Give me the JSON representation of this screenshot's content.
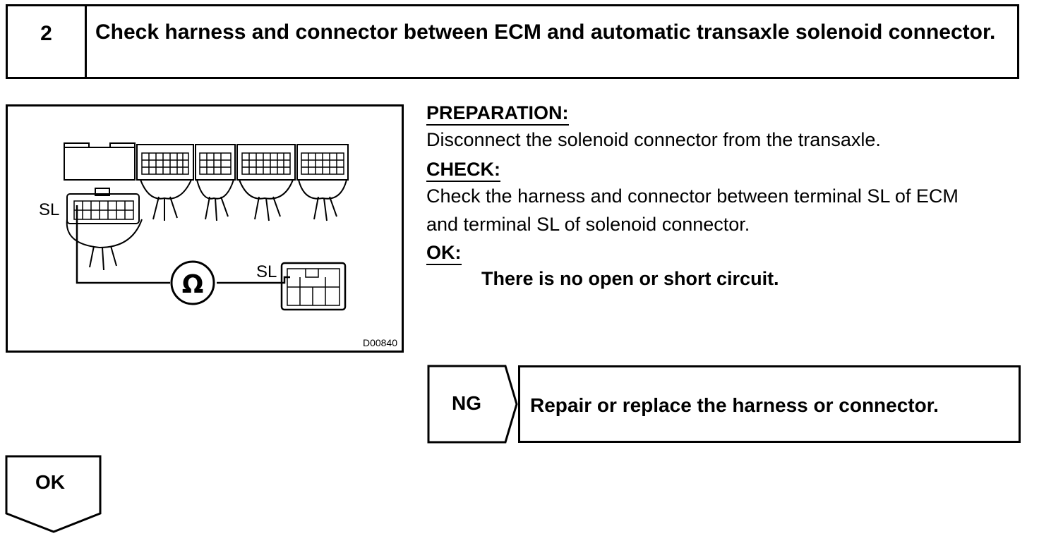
{
  "step": {
    "number": "2",
    "title": "Check harness and connector between ECM and automatic transaxle solenoid connector."
  },
  "figure": {
    "label_sl_ecm": "SL",
    "label_sl_solenoid": "SL",
    "ohm_symbol": "Ω",
    "figure_code": "D00840"
  },
  "preparation": {
    "heading": "PREPARATION:",
    "text": "Disconnect the solenoid connector from the transaxle."
  },
  "check": {
    "heading": "CHECK:",
    "line1": "Check the harness and connector between terminal SL of ECM",
    "line2": "and terminal SL of solenoid connector."
  },
  "ok": {
    "heading": "OK:",
    "text": "There is no open or short circuit."
  },
  "ng_branch": {
    "tag": "NG",
    "action": "Repair or replace the harness or connector."
  },
  "ok_branch": {
    "tag": "OK"
  }
}
